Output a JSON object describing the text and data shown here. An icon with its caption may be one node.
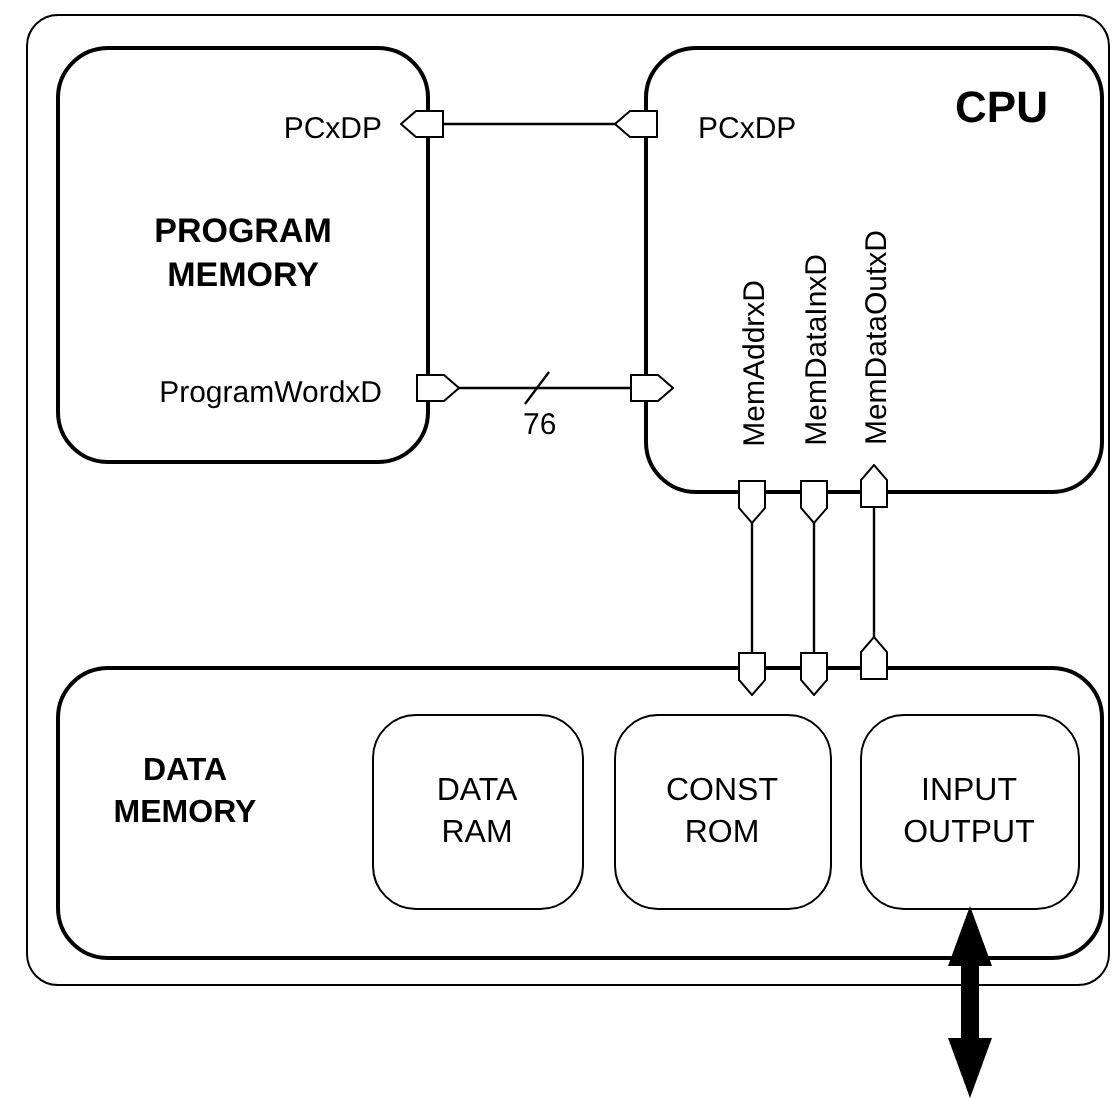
{
  "diagram": {
    "nodes": [
      {
        "text": [],
        "shape": "box"
      },
      {
        "text": [
          "PCxDP",
          "PROGRAM MEMORY",
          "ProgramWordxD"
        ],
        "in": 0
      },
      {
        "text": [
          "CPU",
          "PCxDP",
          "MemAddrxD",
          "MemDataInxD",
          "MemDataOutxD"
        ],
        "in": 0
      },
      {
        "text": [
          "DATA MEMORY"
        ],
        "in": 0
      },
      {
        "text": [
          "DATA RAM"
        ],
        "in": 3
      },
      {
        "text": [
          "CONST ROM"
        ],
        "in": 3
      },
      {
        "text": [
          "INPUT OUTPUT"
        ],
        "in": 3
      }
    ],
    "edges": [
      {
        "from": 2,
        "to": 1,
        "arrow": "to"
      },
      {
        "from": 1,
        "to": 2,
        "arrow": "to",
        "label": "76"
      },
      {
        "from": 2,
        "to": 3,
        "arrow": "to"
      },
      {
        "from": 2,
        "to": 3,
        "arrow": "to"
      },
      {
        "from": 3,
        "to": 2,
        "arrow": "to"
      },
      {
        "from": 6,
        "to": null,
        "arrow": "both",
        "style": "thick"
      }
    ]
  }
}
